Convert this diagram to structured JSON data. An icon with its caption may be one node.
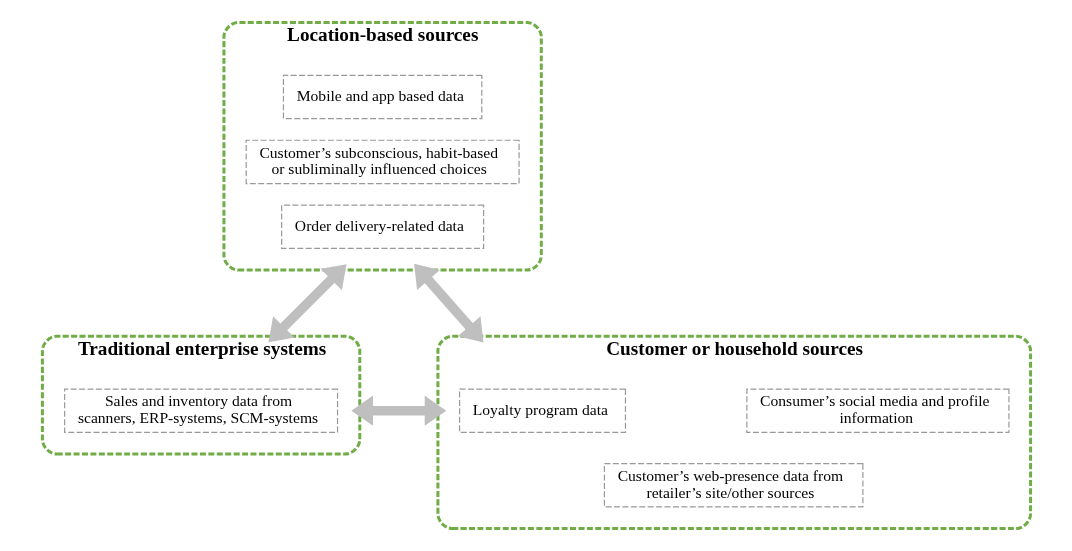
{
  "diagram": {
    "nodes": [
      {
        "text": [
          "Location-based sources"
        ]
      },
      {
        "text": [
          "Mobile and app based data"
        ],
        "in": 0
      },
      {
        "text": [
          "Customer’s subconscious, habit-based or subliminally influenced choices"
        ],
        "in": 0
      },
      {
        "text": [
          "Order delivery-related data"
        ],
        "in": 0
      },
      {
        "text": [
          "Traditional enterprise systems"
        ]
      },
      {
        "text": [
          "Sales and inventory data from scanners, ERP-systems, SCM-systems"
        ],
        "in": 4
      },
      {
        "text": [
          "Customer or household sources"
        ]
      },
      {
        "text": [
          "Loyalty program data"
        ],
        "in": 6
      },
      {
        "text": [
          "Consumer’s social media and profile information"
        ],
        "in": 6
      },
      {
        "text": [
          "Customer’s web-presence data from retailer’s site/other sources"
        ],
        "in": 6
      }
    ],
    "edges": [
      {
        "from": 0,
        "to": 4,
        "arrow": "both"
      },
      {
        "from": 0,
        "to": 6,
        "arrow": "both"
      },
      {
        "from": 4,
        "to": 6,
        "arrow": "both"
      }
    ]
  }
}
